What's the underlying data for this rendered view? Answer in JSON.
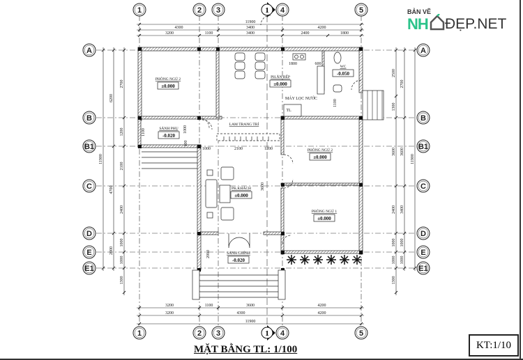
{
  "logo": {
    "small": "BẢN VẼ",
    "brand_left": "NH",
    "brand_right": "ĐẸP.NET"
  },
  "axes": {
    "columns": [
      "1",
      "2",
      "3",
      "4",
      "5"
    ],
    "rows": [
      "A",
      "B",
      "B1",
      "C",
      "D",
      "E",
      "E1"
    ],
    "section_mark": "1"
  },
  "dimensions": {
    "top_total": [
      "11900"
    ],
    "top_mid": [
      "4300",
      "3400",
      "4200"
    ],
    "top_detail": [
      "3200",
      "1100",
      "3400",
      "2400",
      "1800"
    ],
    "bottom_detail": [
      "3200",
      "1100",
      "3600",
      "4200"
    ],
    "bottom_mid": [
      "3200",
      "4300",
      "4200"
    ],
    "bottom_total": [
      "11900"
    ],
    "left_detail": [
      "2700",
      "1200",
      "2100",
      "2400",
      "1000",
      "1000",
      "1300"
    ],
    "left_mid": [
      "6200",
      "4700",
      "2000"
    ],
    "left_total": [
      "11900"
    ],
    "right_detail": [
      "2500",
      "1300",
      "3600",
      "2400",
      "1000",
      "1000",
      "1300"
    ],
    "right_mid": [
      "2700",
      "3600",
      "3400",
      "1000",
      "1000"
    ],
    "right_total": [
      "11900"
    ],
    "interior": {
      "kitchen_1800": "1800",
      "kitchen_600": "600",
      "sanh_phu_1100": "1100",
      "sanh_phu_1000": "1000",
      "sanh_phu_100": "100",
      "living_1000": "1000",
      "living_2100": "2100",
      "living_1200": "1200",
      "living_3600": "3600",
      "sanh_chinh_2000": "2000",
      "wc_1100": "1100"
    }
  },
  "rooms": {
    "bedroom_3": {
      "name": "PHÒNG NGỦ 2",
      "level": "±0.000"
    },
    "kitchen": {
      "name": "PH.ĂN BẾP",
      "level": "±0.000"
    },
    "wc": {
      "name": "WC",
      "level": "-0.050"
    },
    "side_hall": {
      "name": "SẢNH PHỤ",
      "level": "-0.020"
    },
    "living": {
      "name": "PK.KHÁCH",
      "level": "±0.000"
    },
    "bedroom_2": {
      "name": "PHÒNG NGỦ 2",
      "level": "±0.000"
    },
    "bedroom_1": {
      "name": "PHÒNG NGỦ 1",
      "level": "±0.000"
    },
    "main_hall": {
      "name": "SẢNH CHÍNH",
      "level": "-0.020"
    }
  },
  "labels": {
    "water_filter": "MÁY LỌC NƯỚC",
    "fridge": "TL",
    "decor_louver": "LAM TRANG TRÍ"
  },
  "title": "MẶT BẰNG TL: 1/100",
  "scale_box": "KT:1/10"
}
